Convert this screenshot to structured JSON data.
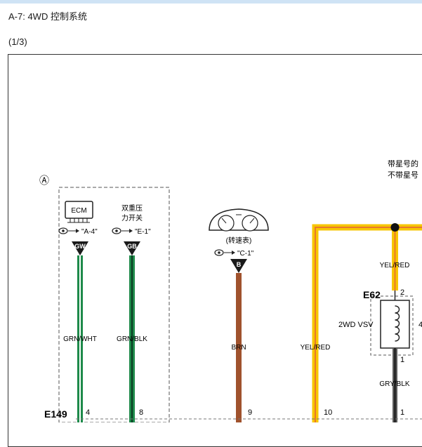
{
  "page": {
    "title": "A-7: 4WD 控制系统",
    "page_number": "(1/3)"
  },
  "diagram": {
    "circle_label": "Ⓐ",
    "note_line1": "带星号的",
    "note_line2": "不带星号",
    "ecm": {
      "label": "ECM",
      "ref": "\"A-4\"",
      "terminal": "GW",
      "wire": "GRN/WHT",
      "pin": "4"
    },
    "dual_pressure_switch": {
      "label_line1": "双重压",
      "label_line2": "力开关",
      "ref": "\"E-1\"",
      "terminal": "GB",
      "wire": "GRN/BLK",
      "pin": "8"
    },
    "tachometer": {
      "label": "(转速表)",
      "ref": "\"C-1\"",
      "terminal": "B",
      "wire": "BRN",
      "pin": "9"
    },
    "yel_red_left": {
      "wire": "YEL/RED",
      "pin": "10"
    },
    "vsv": {
      "connector": "E62",
      "label": "2WD VSV",
      "upper_wire": "YEL/RED",
      "upper_pin": "2",
      "lower_pin": "1",
      "lower_wire": "GRY/BLK",
      "bottom_pin": "1",
      "side_mark": "4"
    },
    "bottom_connector": "E149",
    "colors": {
      "green": "#1e8a4a",
      "green_dark": "#0b3b22",
      "brown": "#a0522d",
      "yellow": "#f7c600",
      "orange": "#e9782b",
      "gray_black": "#222222"
    }
  }
}
